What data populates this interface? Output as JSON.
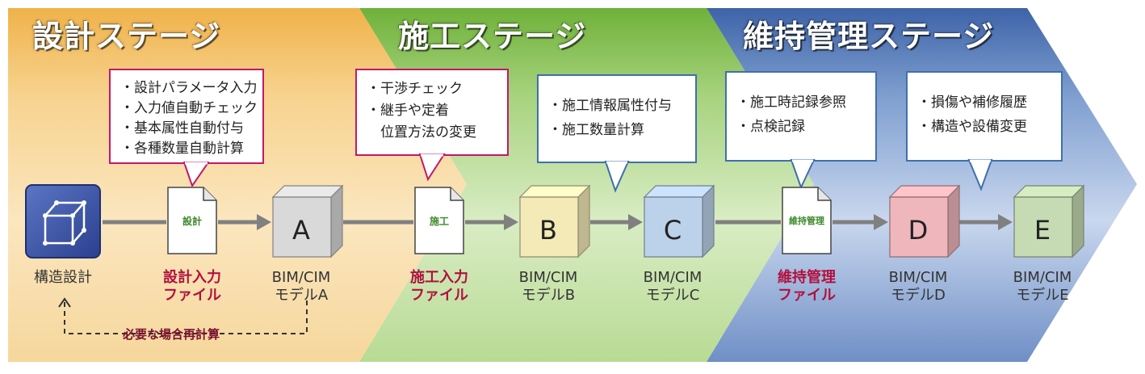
{
  "stages": [
    {
      "title": "設計ステージ"
    },
    {
      "title": "施工ステージ"
    },
    {
      "title": "維持管理ステージ"
    }
  ],
  "callouts": [
    {
      "items": [
        "・設計パラメータ入力",
        "・入力値自動チェック",
        "・基本属性自動付与",
        "・各種数量自動計算"
      ]
    },
    {
      "items": [
        "・干渉チェック",
        "・継手や定着",
        "　位置方法の変更"
      ]
    },
    {
      "items": [
        "・施工情報属性付与",
        "・施工数量計算"
      ]
    },
    {
      "items": [
        "・施工時記録参照",
        "・点検記録"
      ]
    },
    {
      "items": [
        "・損傷や補修履歴",
        "・構造や設備変更"
      ]
    }
  ],
  "structural_design": {
    "label": "構造設計"
  },
  "files": [
    {
      "icon_label": "設計",
      "caption": [
        "設計入力",
        "ファイル"
      ]
    },
    {
      "icon_label": "施工",
      "caption": [
        "施工入力",
        "ファイル"
      ]
    },
    {
      "icon_label": "維持管理",
      "caption": [
        "維持管理",
        "ファイル"
      ]
    }
  ],
  "models": [
    {
      "letter": "A",
      "caption": [
        "BIM/CIM",
        "モデルA"
      ],
      "color": "#d9d9d9"
    },
    {
      "letter": "B",
      "caption": [
        "BIM/CIM",
        "モデルB"
      ],
      "color": "#f3eab8"
    },
    {
      "letter": "C",
      "caption": [
        "BIM/CIM",
        "モデルC"
      ],
      "color": "#bcd2ea"
    },
    {
      "letter": "D",
      "caption": [
        "BIM/CIM",
        "モデルD"
      ],
      "color": "#efb6bc"
    },
    {
      "letter": "E",
      "caption": [
        "BIM/CIM",
        "モデルE"
      ],
      "color": "#c6dbb4"
    }
  ],
  "recalc_note": "必要な場合再計算",
  "colors": {
    "design_stage": "#f4c26b",
    "construction_stage": "#8cc25a",
    "maintenance_stage": "#4f74b3",
    "callout_design": "#c2186b",
    "callout_other": "#3f6fae",
    "flow_line": "#808080"
  }
}
